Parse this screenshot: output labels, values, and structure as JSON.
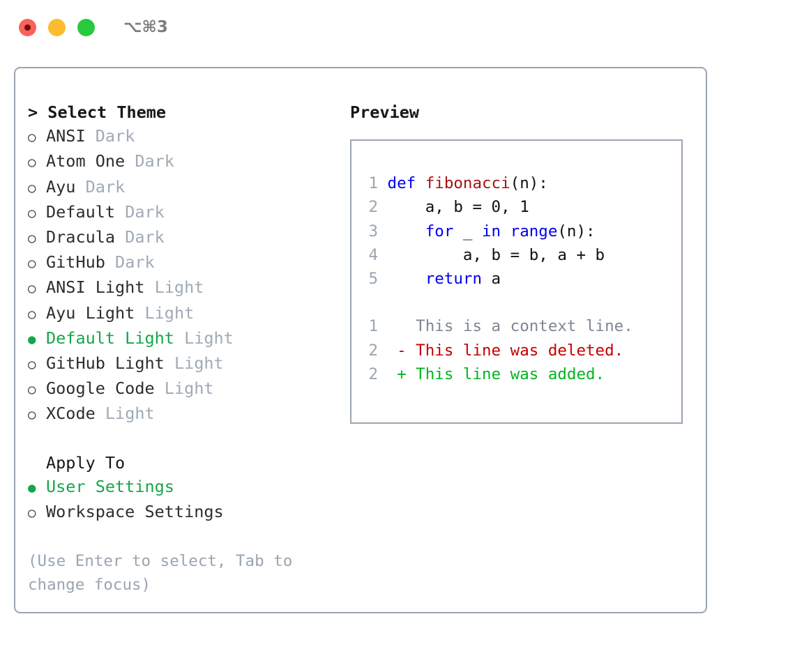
{
  "titlebar": {
    "shortcut": "⌥⌘3",
    "buttons": [
      {
        "name": "close",
        "color": "#f96159"
      },
      {
        "name": "minimize",
        "color": "#fcbc2e"
      },
      {
        "name": "maximize",
        "color": "#27c93f"
      }
    ]
  },
  "theme_panel": {
    "heading": "> Select Theme",
    "themes": [
      {
        "marker": "○",
        "label": "ANSI",
        "category": "Dark",
        "selected": false
      },
      {
        "marker": "○",
        "label": "Atom One",
        "category": "Dark",
        "selected": false
      },
      {
        "marker": "○",
        "label": "Ayu",
        "category": "Dark",
        "selected": false
      },
      {
        "marker": "○",
        "label": "Default",
        "category": "Dark",
        "selected": false
      },
      {
        "marker": "○",
        "label": "Dracula",
        "category": "Dark",
        "selected": false
      },
      {
        "marker": "○",
        "label": "GitHub",
        "category": "Dark",
        "selected": false
      },
      {
        "marker": "○",
        "label": "ANSI Light",
        "category": "Light",
        "selected": false
      },
      {
        "marker": "○",
        "label": "Ayu Light",
        "category": "Light",
        "selected": false
      },
      {
        "marker": "●",
        "label": "Default Light",
        "category": "Light",
        "selected": true
      },
      {
        "marker": "○",
        "label": "GitHub Light",
        "category": "Light",
        "selected": false
      },
      {
        "marker": "○",
        "label": "Google Code",
        "category": "Light",
        "selected": false
      },
      {
        "marker": "○",
        "label": "XCode",
        "category": "Light",
        "selected": false
      }
    ],
    "apply_to": {
      "title": "Apply To",
      "options": [
        {
          "marker": "●",
          "label": "User Settings",
          "selected": true
        },
        {
          "marker": "○",
          "label": "Workspace Settings",
          "selected": false
        }
      ]
    },
    "hint": "(Use Enter to select, Tab to change focus)"
  },
  "preview": {
    "title": "Preview",
    "code_lines": [
      {
        "no": "1",
        "tokens": [
          {
            "t": "def ",
            "c": "kw"
          },
          {
            "t": "fibonacci",
            "c": "fn"
          },
          {
            "t": "(n):",
            "c": "pln"
          }
        ]
      },
      {
        "no": "2",
        "tokens": [
          {
            "t": "    a, b = 0, 1",
            "c": "pln"
          }
        ]
      },
      {
        "no": "3",
        "tokens": [
          {
            "t": "    ",
            "c": "pln"
          },
          {
            "t": "for",
            "c": "kw"
          },
          {
            "t": " _ ",
            "c": "pln"
          },
          {
            "t": "in range",
            "c": "kw"
          },
          {
            "t": "(n):",
            "c": "pln"
          }
        ]
      },
      {
        "no": "4",
        "tokens": [
          {
            "t": "        a, b = b, a + b",
            "c": "pln"
          }
        ]
      },
      {
        "no": "5",
        "tokens": [
          {
            "t": "    ",
            "c": "pln"
          },
          {
            "t": "return",
            "c": "kw"
          },
          {
            "t": " a",
            "c": "pln"
          }
        ]
      }
    ],
    "diff_lines": [
      {
        "no": "1",
        "tokens": [
          {
            "t": "   This is a context line.",
            "c": "ctx"
          }
        ]
      },
      {
        "no": "2",
        "tokens": [
          {
            "t": " - This line was deleted.",
            "c": "del"
          }
        ]
      },
      {
        "no": "2",
        "tokens": [
          {
            "t": " + This line was added.",
            "c": "add"
          }
        ]
      }
    ]
  },
  "colors": {
    "accent_green": "#16a64a",
    "muted": "#9aa5b1",
    "keyword_blue": "#0000ee",
    "function_red": "#a31515",
    "diff_deleted": "#c40000",
    "diff_added": "#00b521",
    "border": "#9aa5b1"
  }
}
